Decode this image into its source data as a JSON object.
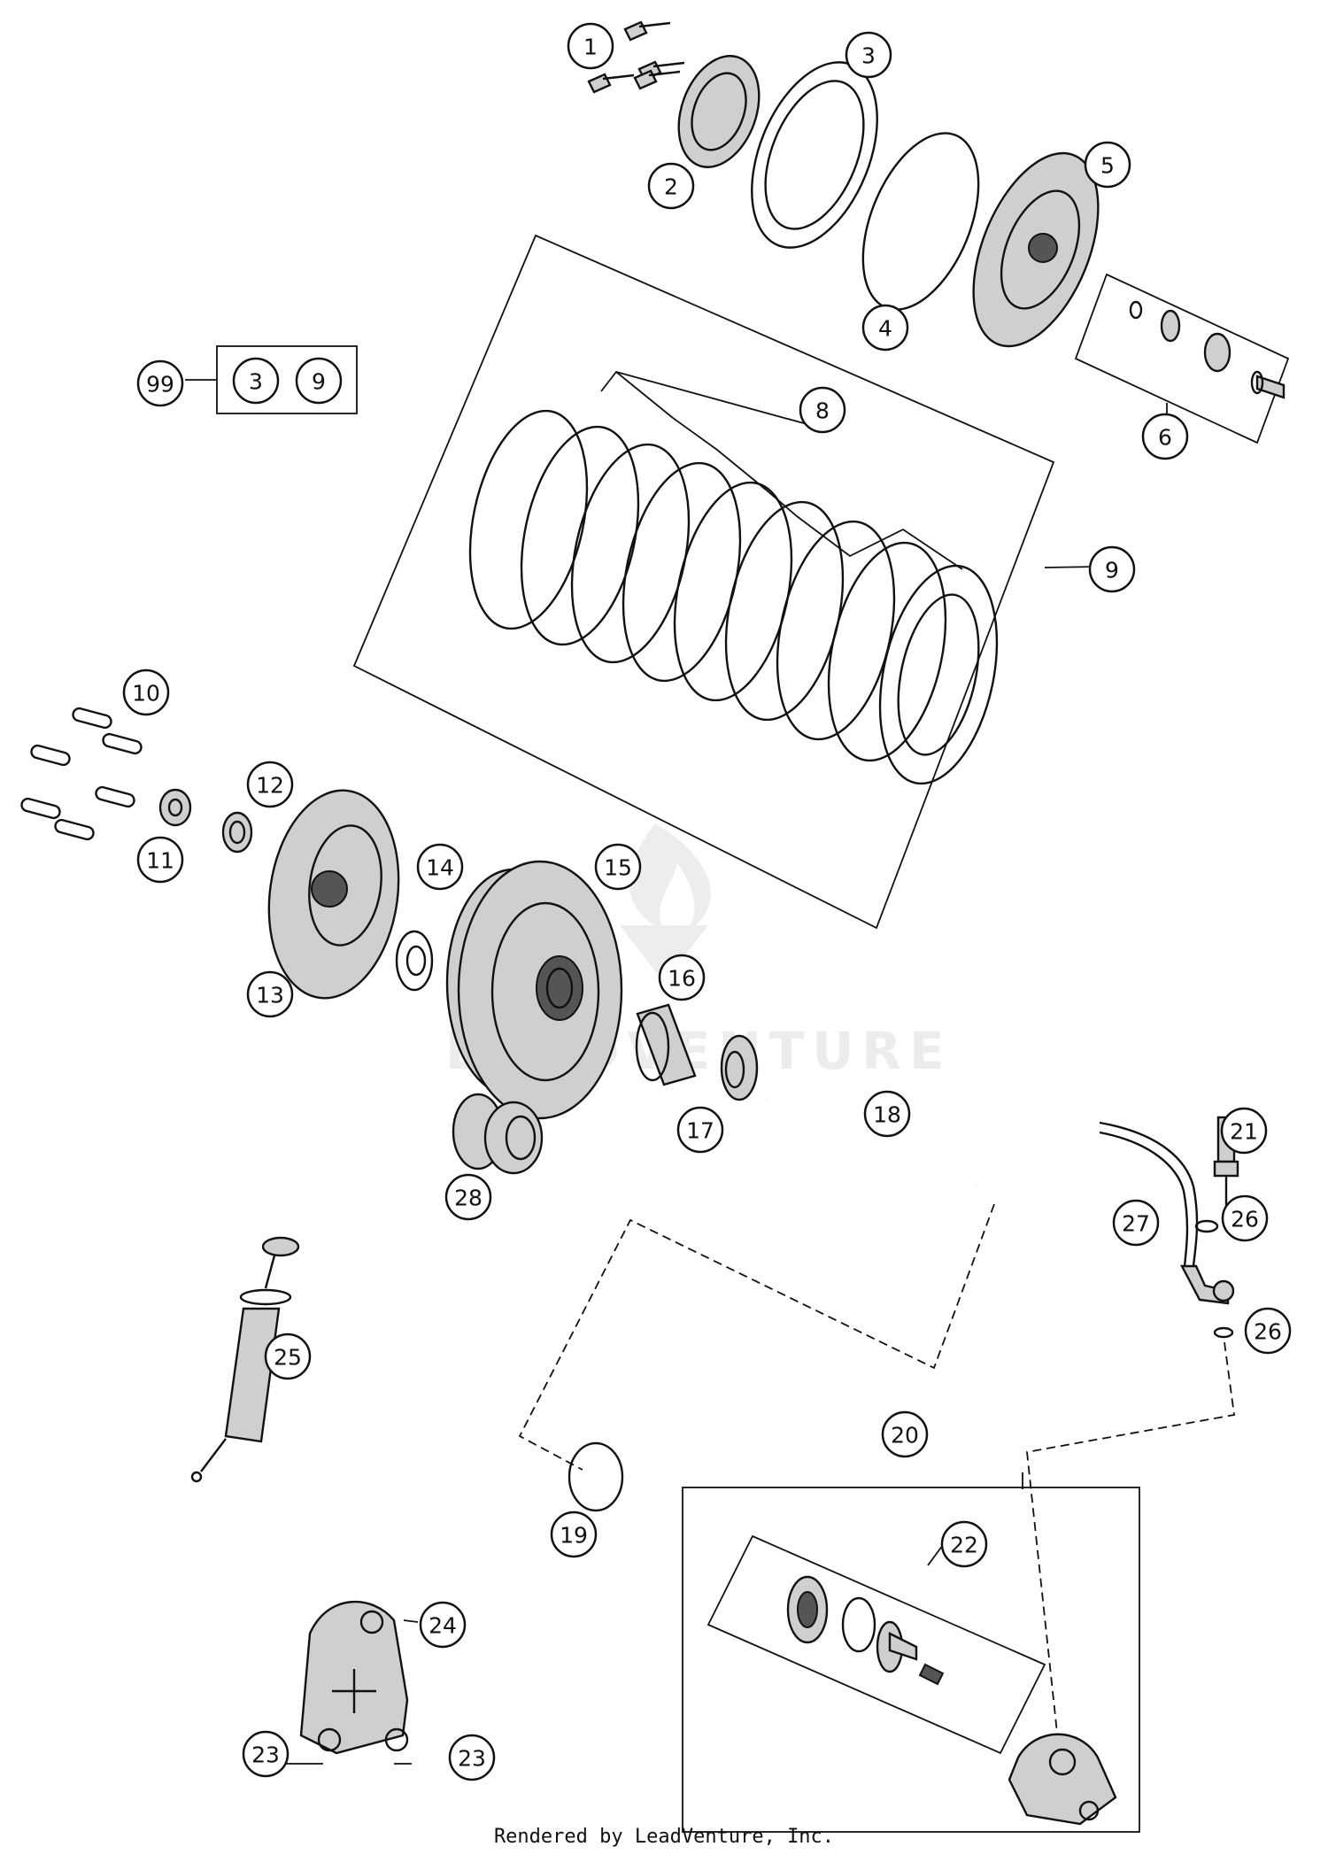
{
  "callouts": [
    {
      "label": "1"
    },
    {
      "label": "2"
    },
    {
      "label": "3"
    },
    {
      "label": "4"
    },
    {
      "label": "5"
    },
    {
      "label": "6"
    },
    {
      "label": "8"
    },
    {
      "label": "9"
    },
    {
      "label": "99"
    },
    {
      "label": "3"
    },
    {
      "label": "9"
    },
    {
      "label": "10"
    },
    {
      "label": "11"
    },
    {
      "label": "12"
    },
    {
      "label": "13"
    },
    {
      "label": "14"
    },
    {
      "label": "15"
    },
    {
      "label": "16"
    },
    {
      "label": "17"
    },
    {
      "label": "18"
    },
    {
      "label": "28"
    },
    {
      "label": "21"
    },
    {
      "label": "26"
    },
    {
      "label": "27"
    },
    {
      "label": "26"
    },
    {
      "label": "25"
    },
    {
      "label": "20"
    },
    {
      "label": "19"
    },
    {
      "label": "22"
    },
    {
      "label": "24"
    },
    {
      "label": "23"
    },
    {
      "label": "23"
    }
  ],
  "watermark": "LEADVENTURE",
  "footer": "Rendered by LeadVenture, Inc."
}
